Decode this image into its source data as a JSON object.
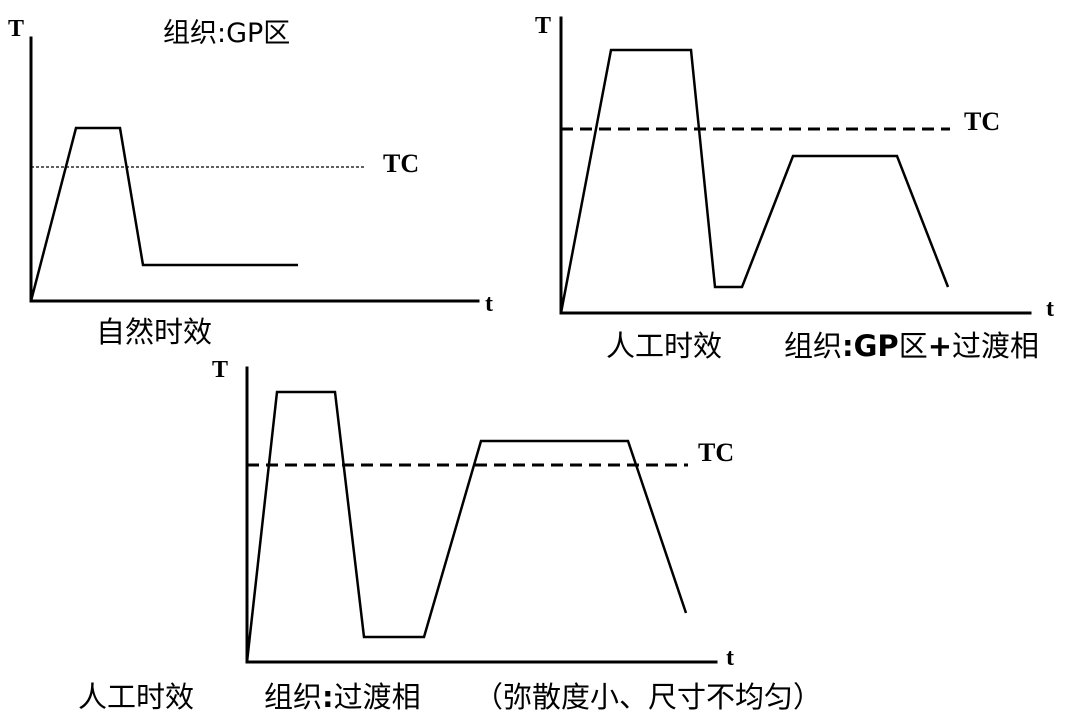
{
  "diagrams": [
    {
      "id": "natural-aging",
      "y_axis_label": "T",
      "x_axis_label": "t",
      "tc_label": "TC",
      "structure_title": "组织:GP区",
      "caption": "自然时效"
    },
    {
      "id": "artificial-aging-1",
      "y_axis_label": "T",
      "x_axis_label": "t",
      "tc_label": "TC",
      "caption_method": "人工时效",
      "caption_structure_prefix": "组织",
      "caption_structure_colon": ":",
      "caption_structure_gp": "GP",
      "caption_structure_zone": "区",
      "caption_structure_plus": "+",
      "caption_structure_rest": "过渡相"
    },
    {
      "id": "artificial-aging-2",
      "y_axis_label": "T",
      "x_axis_label": "t",
      "tc_label": "TC",
      "caption_method": "人工时效",
      "caption_structure_prefix": "组织",
      "caption_structure_colon": ":",
      "caption_structure_rest": "过渡相",
      "caption_note": "（弥散度小、尺寸不均匀）"
    }
  ],
  "colors": {
    "line": "#000000",
    "background": "#ffffff"
  }
}
